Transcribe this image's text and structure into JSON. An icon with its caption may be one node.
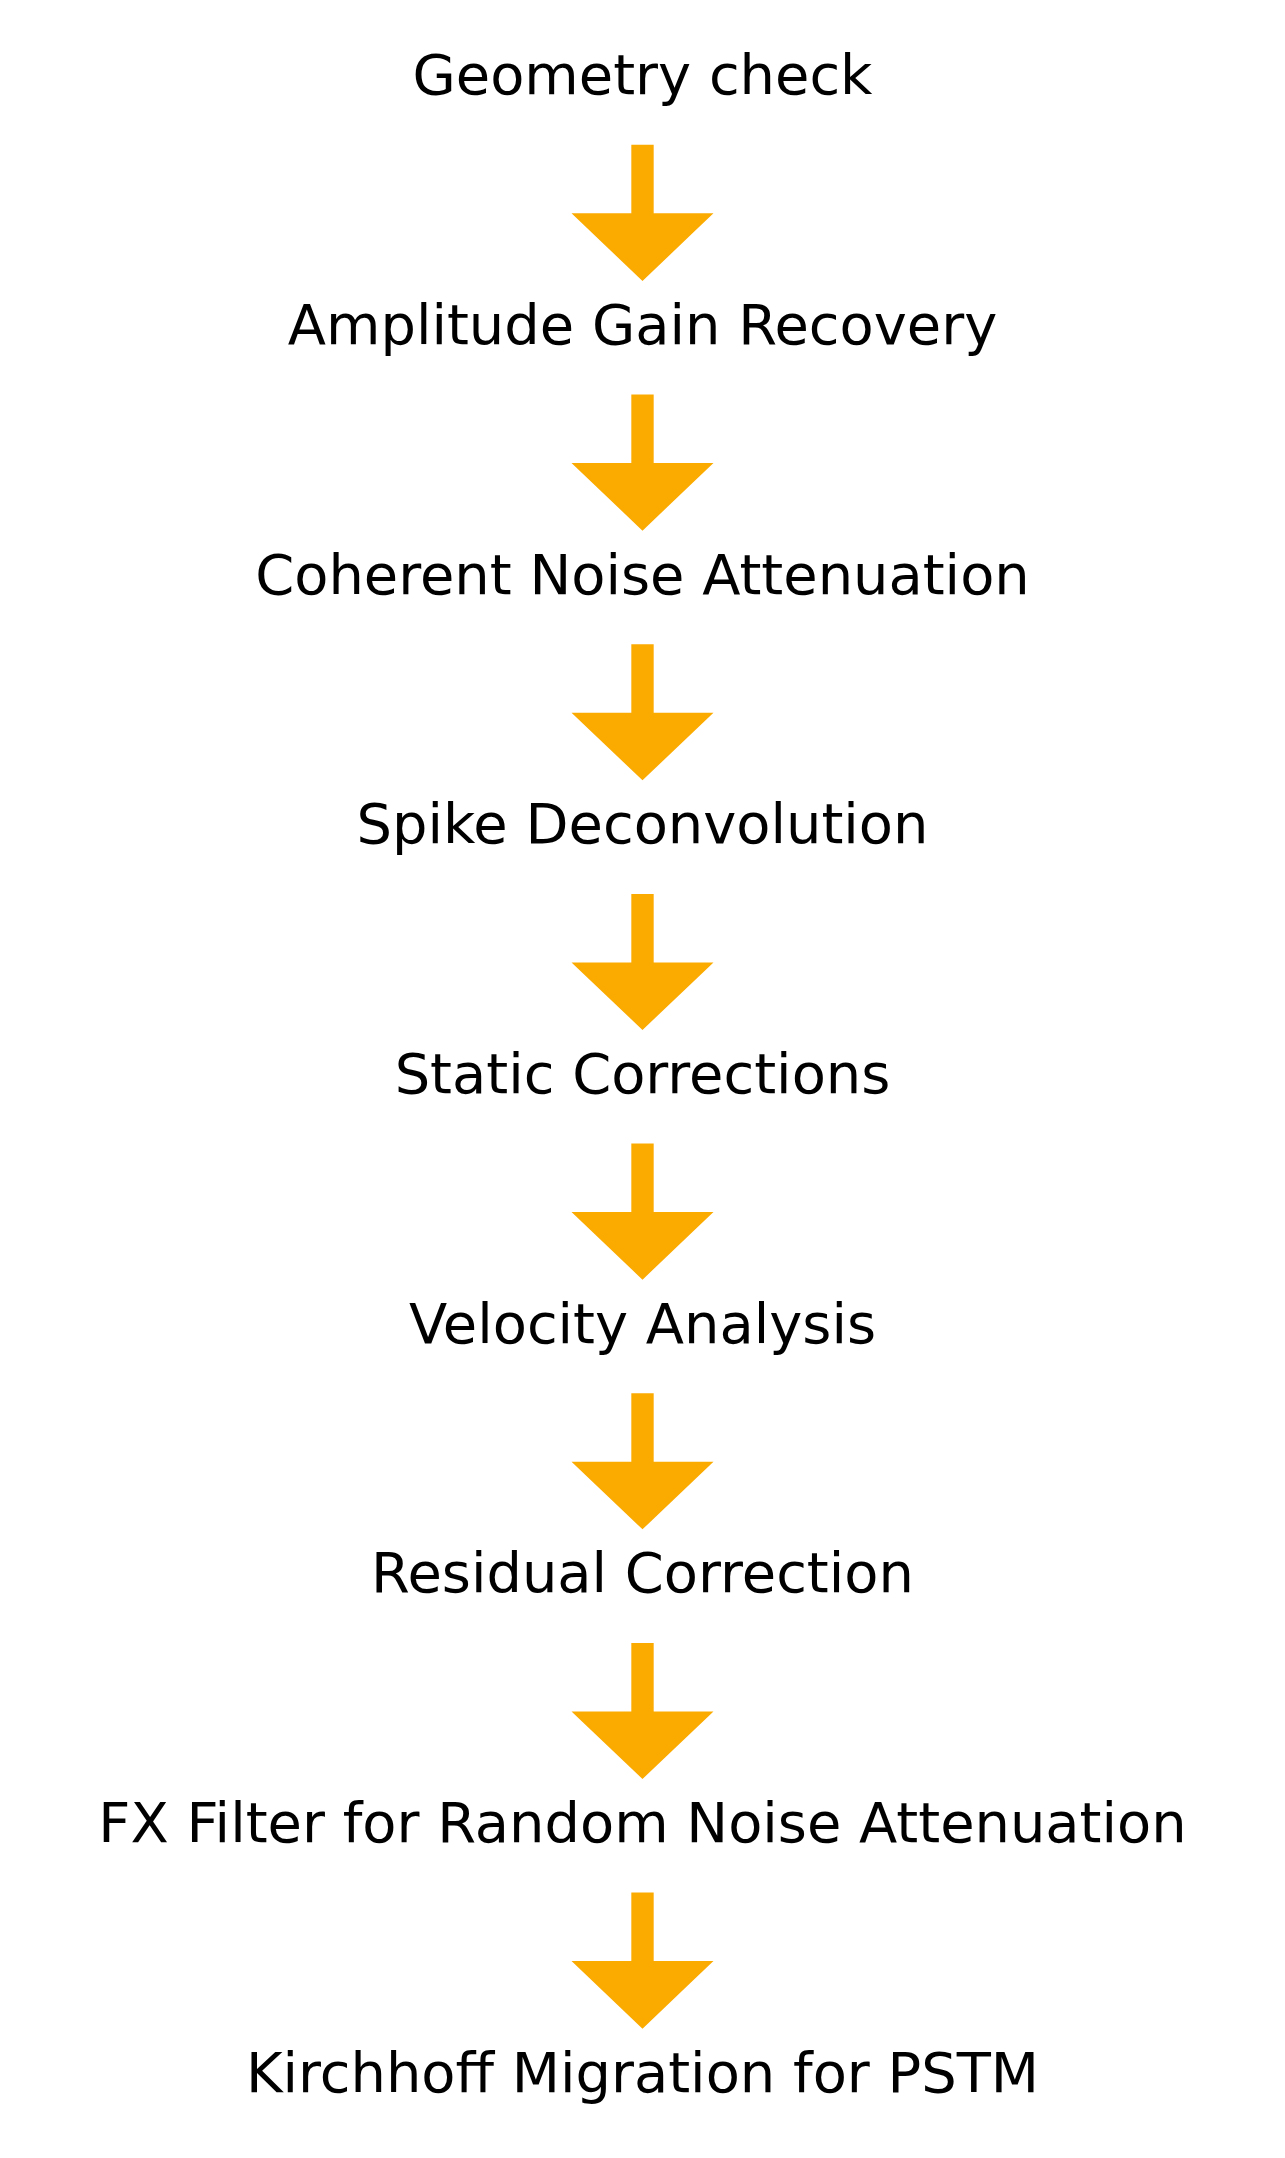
{
  "diagram": {
    "nodes": [
      {
        "text": [
          "Geometry check"
        ]
      },
      {
        "text": [
          "Amplitude Gain Recovery"
        ]
      },
      {
        "text": [
          "Coherent Noise Attenuation"
        ]
      },
      {
        "text": [
          "Spike Deconvolution"
        ]
      },
      {
        "text": [
          "Static Corrections"
        ]
      },
      {
        "text": [
          "Velocity Analysis"
        ]
      },
      {
        "text": [
          "Residual Correction"
        ]
      },
      {
        "text": [
          "FX Filter for Random Noise Attenuation"
        ]
      },
      {
        "text": [
          "Kirchhoff Migration for PSTM"
        ]
      }
    ],
    "edges": [
      {
        "from": 0,
        "to": 1,
        "arrow": "to"
      },
      {
        "from": 1,
        "to": 2,
        "arrow": "to"
      },
      {
        "from": 2,
        "to": 3,
        "arrow": "to"
      },
      {
        "from": 3,
        "to": 4,
        "arrow": "to"
      },
      {
        "from": 4,
        "to": 5,
        "arrow": "to"
      },
      {
        "from": 5,
        "to": 6,
        "arrow": "to"
      },
      {
        "from": 6,
        "to": 7,
        "arrow": "to"
      },
      {
        "from": 7,
        "to": 8,
        "arrow": "to"
      }
    ]
  }
}
